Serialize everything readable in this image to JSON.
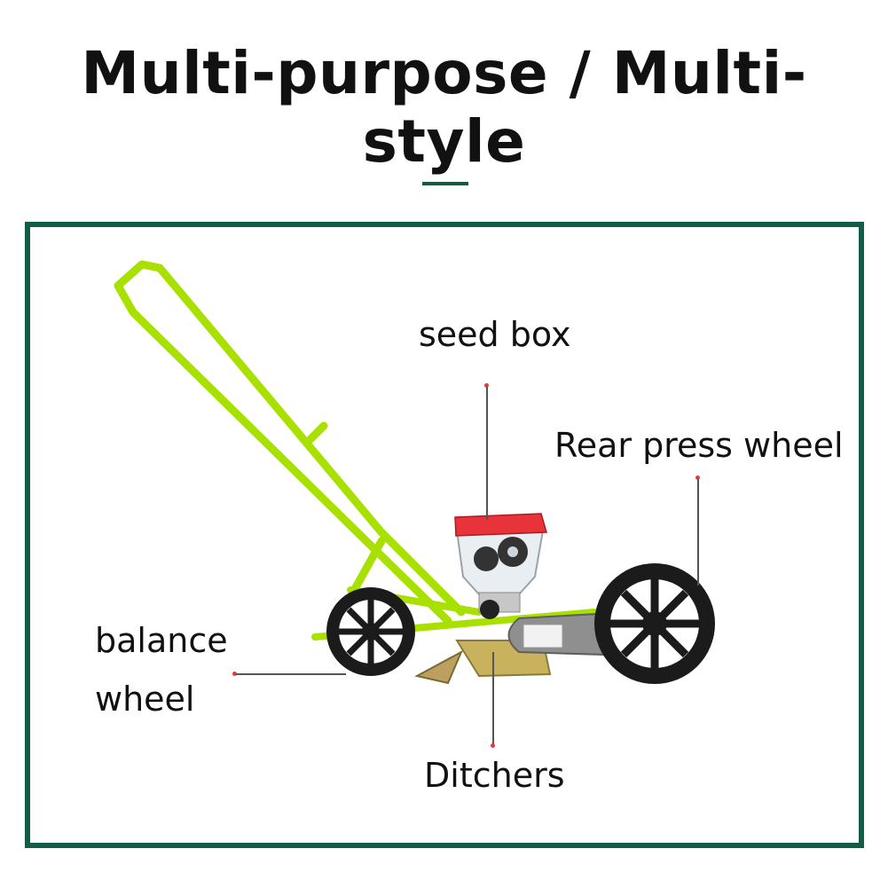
{
  "headline": "Multi-purpose / Multi-style",
  "callouts": {
    "seed_box": "seed box",
    "rear_press_wheel": "Rear press wheel",
    "balance_wheel_line1": "balance",
    "balance_wheel_line2": "wheel",
    "ditchers": "Ditchers"
  },
  "colors": {
    "frame_border": "#125c48",
    "machine_green": "#a8e000",
    "seed_box_lid": "#e8333a",
    "wheel_black": "#1b1b1b",
    "marker_red": "#e53935"
  }
}
